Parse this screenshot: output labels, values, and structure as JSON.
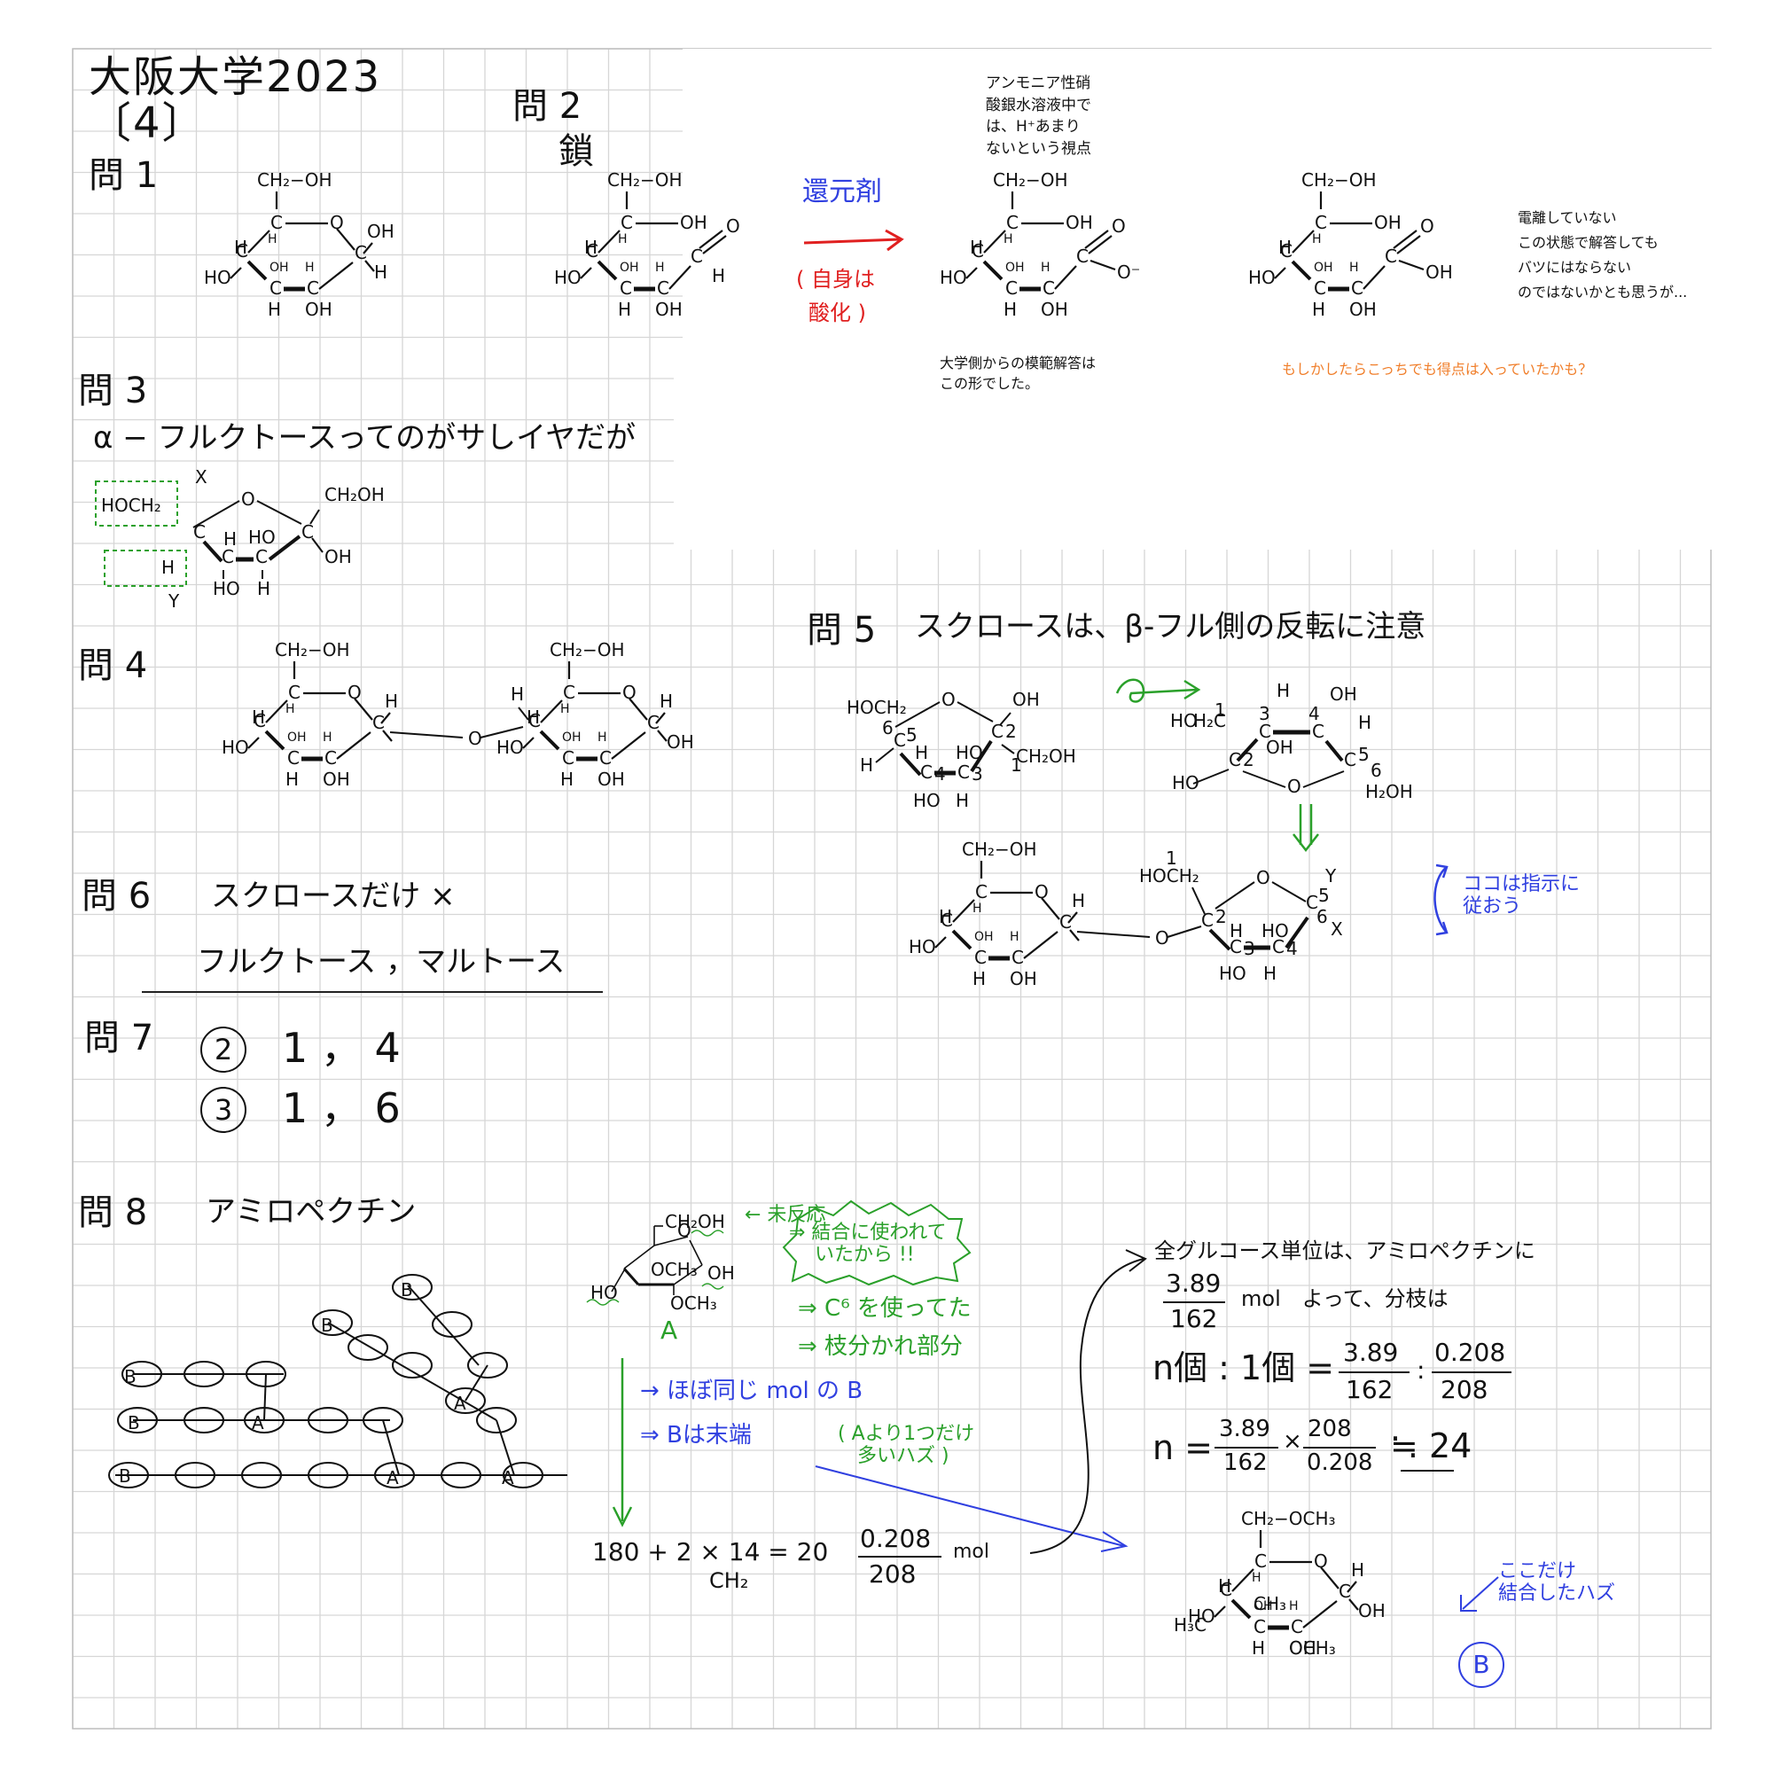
{
  "header": {
    "title": "大阪大学2023",
    "problem": "〔4〕"
  },
  "q1": {
    "label": "問 1"
  },
  "q2": {
    "label": "問 2",
    "sublabel": "鎖",
    "arrow_top": "還元剤",
    "arrow_bottom_1": "( 自身は",
    "arrow_bottom_2": "酸化 )",
    "note_top": "アンモニア性硝\n酸銀水溶液中で\nは、H⁺あまり\nないという視点",
    "note_model": "大学側からの模範解答は\nこの形でした。",
    "note_right": "電離していない\nこの状態で解答しても\nバツにはならない\nのではないかとも思うが...",
    "note_orange": "もしかしたらこっちでも得点は入っていたかも？",
    "carboxylate": "O⁻",
    "carboxylic": "OH"
  },
  "q3": {
    "label": "問 3",
    "text": "α − フルクトースってのがサしイヤだが",
    "box_x": "X",
    "box_y": "Y",
    "group_left": "HOCH₂",
    "group_h": "H"
  },
  "q4": {
    "label": "問 4"
  },
  "q5": {
    "label": "問 5",
    "text": "スクロースは、β-フル側の反転に注意",
    "note": "ココは指示に\n従おう",
    "y": "Y",
    "x": "X"
  },
  "q6": {
    "label": "問 6",
    "line1": "スクロースだけ ×",
    "line2": "フルクトース ，マルトース"
  },
  "q7": {
    "label": "問 7",
    "row1_circle": "2",
    "row1_value": "1 ， 4",
    "row2_circle": "3",
    "row2_value": "1 ， 6"
  },
  "q8": {
    "label": "問 8",
    "text": "アミロペクチン",
    "annot_green_1": "← 未反応",
    "annot_green_2": "⇒ 結合に使われて\n　 いたから !!",
    "annot_green_3": "⇒ C⁶ を使ってた",
    "annot_green_4": "⇒ 枝分かれ部分",
    "label_a": "A",
    "blue_1": "→ ほぼ同じ mol の B",
    "blue_2": "⇒ Bは末端",
    "blue_2_paren": "( Aより1つだけ\n　多いハズ )",
    "calc_left": "180 + 2 × 14 = 20",
    "calc_left_sub": "CH₂",
    "frac_mol_num": "0.208",
    "frac_mol_den": "208",
    "mol": "mol",
    "right_line1": "全グルコース単位は、アミロペクチンに",
    "right_frac_num": "3.89",
    "right_frac_den": "162",
    "right_line2": "mol　よって、分枝は",
    "ratio_left": "n個 : 1個 =",
    "ratio_num1": "3.89",
    "ratio_den1": "162",
    "ratio_num2": "0.208",
    "ratio_den2": "208",
    "n_eq": "n =",
    "n_result": "≒ 24",
    "note_b": "ここだけ\n結合したハズ",
    "b_circle": "B"
  },
  "chain_labels": [
    "B",
    "B",
    "B",
    "B",
    "B",
    "A",
    "A",
    "A",
    "A"
  ]
}
